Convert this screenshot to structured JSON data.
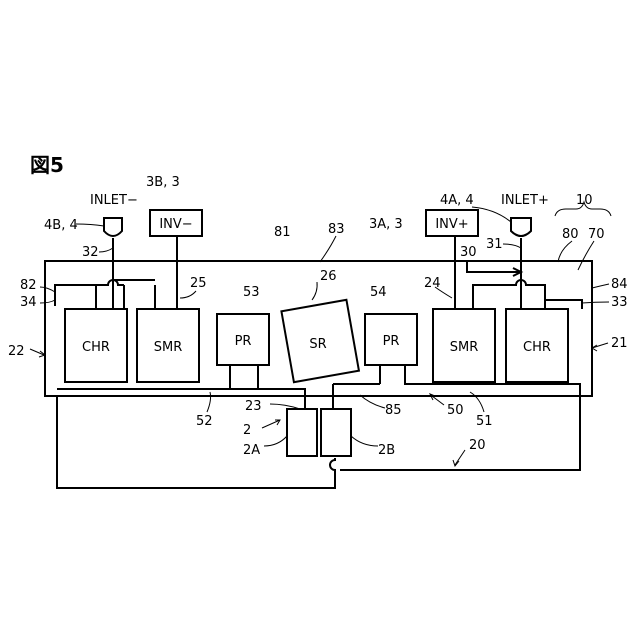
{
  "figure_title": "図5",
  "blocks": {
    "inv_minus": "INV−",
    "inv_plus": "INV+",
    "chr_left": "CHR",
    "smr_left": "SMR",
    "pr_left": "PR",
    "sr": "SR",
    "pr_right": "PR",
    "smr_right": "SMR",
    "chr_right": "CHR"
  },
  "labels": {
    "inlet_minus": "INLET−",
    "inlet_plus": "INLET+",
    "ref_3b": "3B, 3",
    "ref_3a": "3A, 3",
    "ref_4b": "4B, 4",
    "ref_4a": "4A, 4",
    "ref_10": "10",
    "ref_80": "80",
    "ref_70": "70",
    "ref_32": "32",
    "ref_31": "31",
    "ref_30": "30",
    "ref_81": "81",
    "ref_83": "83",
    "ref_82": "82",
    "ref_84": "84",
    "ref_34": "34",
    "ref_33": "33",
    "ref_25": "25",
    "ref_24": "24",
    "ref_53": "53",
    "ref_54": "54",
    "ref_26": "26",
    "ref_22": "22",
    "ref_21": "21",
    "ref_52": "52",
    "ref_23": "23",
    "ref_85": "85",
    "ref_50": "50",
    "ref_51": "51",
    "ref_2": "2",
    "ref_2a": "2A",
    "ref_2b": "2B",
    "ref_20": "20"
  }
}
